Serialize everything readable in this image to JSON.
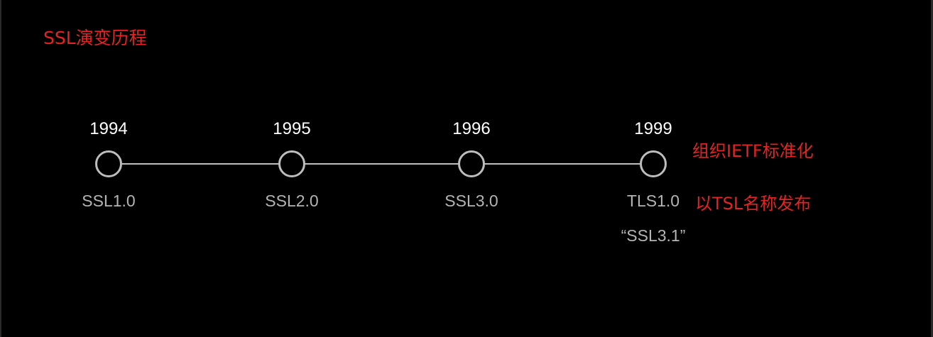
{
  "title": "SSL演变历程",
  "timeline": [
    {
      "year": "1994",
      "version": "SSL1.0"
    },
    {
      "year": "1995",
      "version": "SSL2.0"
    },
    {
      "year": "1996",
      "version": "SSL3.0"
    },
    {
      "year": "1999",
      "version": "TLS1.0",
      "alias": "“SSL3.1”"
    }
  ],
  "notes": [
    "组织IETF标准化",
    "以TSL名称发布"
  ],
  "colors": {
    "background": "#000000",
    "accent": "#e62222",
    "year_text": "#ffffff",
    "version_text": "#b4b4b4",
    "line": "#bdbdbd"
  }
}
